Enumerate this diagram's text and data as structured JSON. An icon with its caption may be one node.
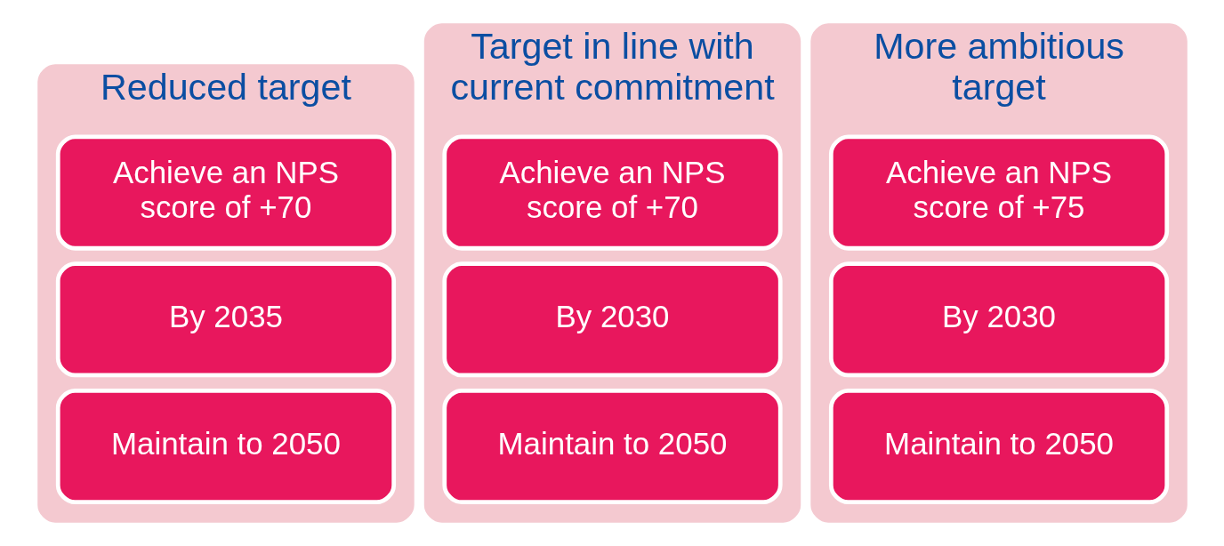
{
  "diagram": {
    "nodes": [
      {
        "text": [
          "Reduced target"
        ]
      },
      {
        "text": [
          "Achieve an NPS score of +70"
        ],
        "in": 0
      },
      {
        "text": [
          "By 2035"
        ],
        "in": 0
      },
      {
        "text": [
          "Maintain to 2050"
        ],
        "in": 0
      },
      {
        "text": [
          "Target in line with current commitment"
        ]
      },
      {
        "text": [
          "Achieve an NPS score of +70"
        ],
        "in": 4
      },
      {
        "text": [
          "By 2030"
        ],
        "in": 4
      },
      {
        "text": [
          "Maintain to 2050"
        ],
        "in": 4
      },
      {
        "text": [
          "More ambitious target"
        ]
      },
      {
        "text": [
          "Achieve an NPS score of +75"
        ],
        "in": 8
      },
      {
        "text": [
          "By 2030"
        ],
        "in": 8
      },
      {
        "text": [
          "Maintain to 2050"
        ],
        "in": 8
      }
    ],
    "edges": []
  }
}
